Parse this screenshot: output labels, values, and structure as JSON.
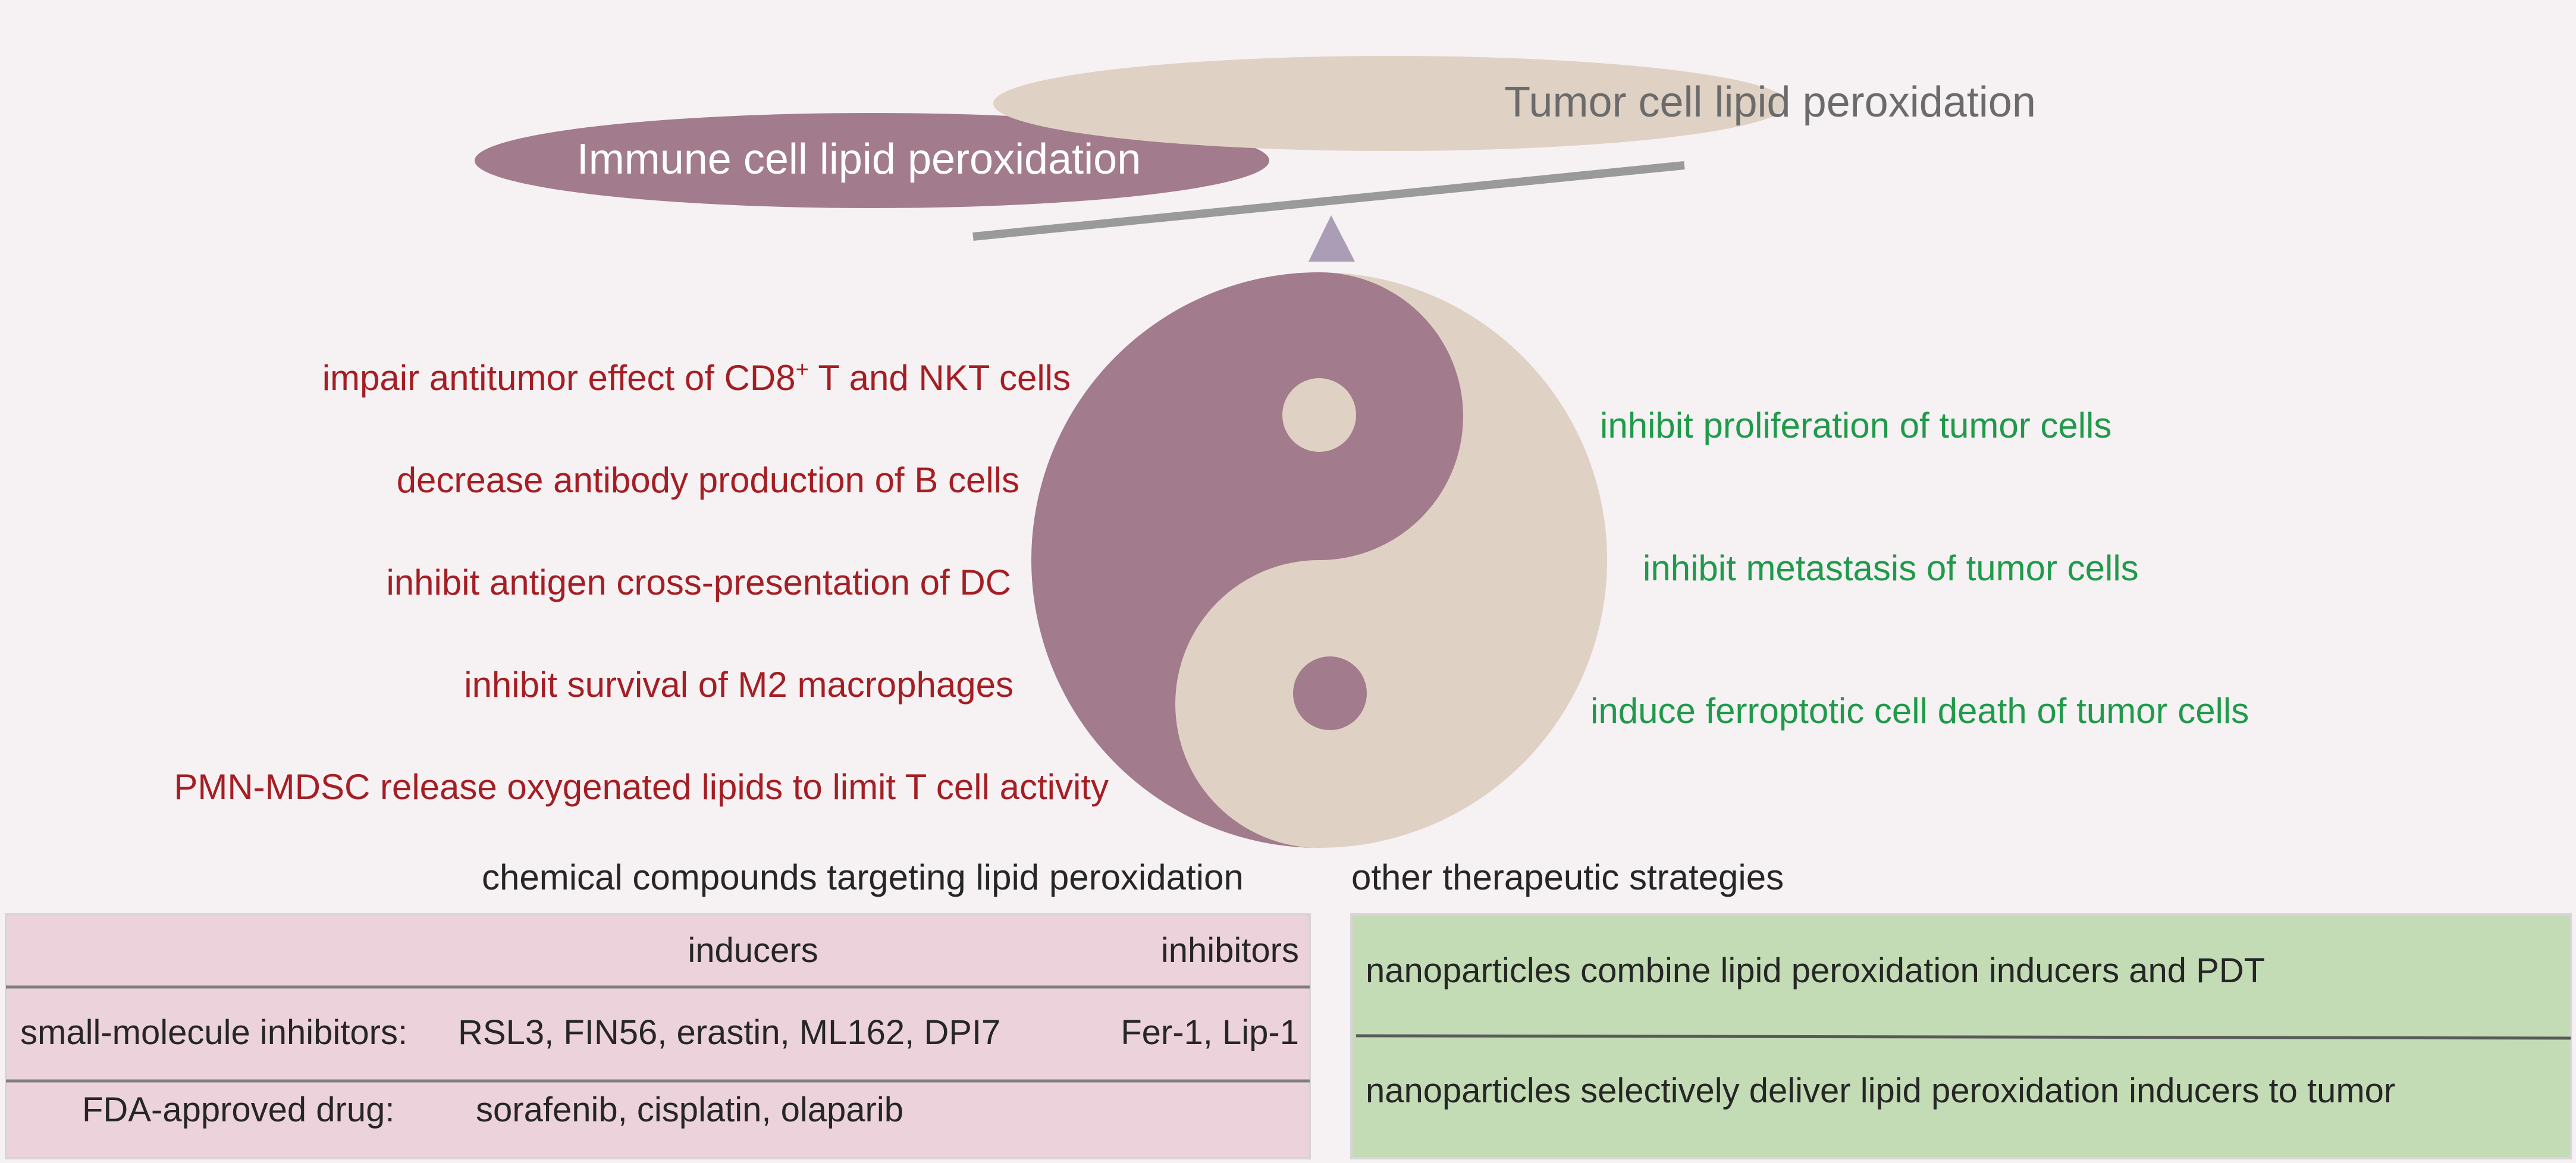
{
  "title": "",
  "colors": {
    "background": "#f6f1f3",
    "immune_mauve": "#a27b8c",
    "tumor_beige": "#e0d1c5",
    "negative_text": "#a41e24",
    "positive_text": "#1f9a4a",
    "dark_text": "#262626",
    "bar_gray": "#9a9a9a",
    "triangle": "#ab9db6",
    "pink_panel": "#ecd2da",
    "green_panel": "#c3dcb5",
    "panel_border": "#d9d4d8",
    "divider": "#7f7f7f"
  },
  "balance": {
    "left_label": "Immune cell lipid peroxidation",
    "right_label": "Tumor cell lipid peroxidation"
  },
  "immune_effects": [
    {
      "text": "impair antitumor effect of  CD8",
      "sup": "+",
      "text_after": " T and NKT cells"
    },
    {
      "text": "decrease antibody production of B cells"
    },
    {
      "text": "inhibit antigen cross-presentation of DC"
    },
    {
      "text": "inhibit survival of M2 macrophages"
    },
    {
      "text": "PMN-MDSC release oxygenated lipids to limit T cell activity"
    }
  ],
  "tumor_effects": [
    "inhibit proliferation of tumor cells",
    "inhibit metastasis of tumor cells",
    "induce ferroptotic cell death of tumor cells"
  ],
  "compounds": {
    "heading": "chemical compounds targeting lipid peroxidation",
    "col_inducers": "inducers",
    "col_inhibitors": "inhibitors",
    "row1_label": "small-molecule inhibitors:",
    "row1_inducers": "RSL3, FIN56, erastin, ML162, DPI7",
    "row1_inhibitors": "Fer-1, Lip-1",
    "row2_label": "FDA-approved drug:",
    "row2_inducers": "sorafenib, cisplatin, olaparib"
  },
  "strategies": {
    "heading": "other therapeutic strategies",
    "item1": "nanoparticles combine lipid peroxidation inducers and PDT",
    "item2": "nanoparticles selectively deliver lipid peroxidation inducers to tumor"
  }
}
